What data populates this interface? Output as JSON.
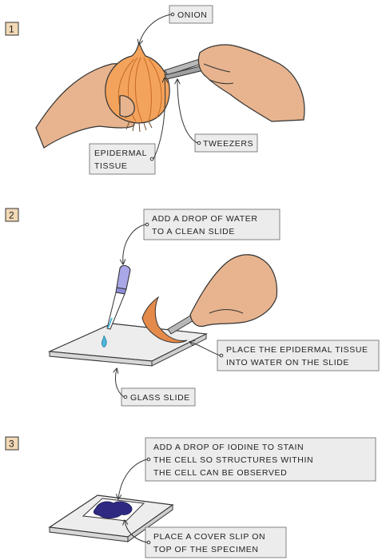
{
  "steps": [
    {
      "number": "1",
      "labels": {
        "onion": "ONION",
        "tweezers": "TWEEZERS",
        "epidermal_line1": "EPIDERMAL",
        "epidermal_line2": "TISSUE"
      }
    },
    {
      "number": "2",
      "labels": {
        "water_line1": "ADD A DROP OF WATER",
        "water_line2": "TO A CLEAN SLIDE",
        "place_line1": "PLACE THE EPIDERMAL TISSUE",
        "place_line2": "INTO WATER ON THE SLIDE",
        "glass_slide": "GLASS SLIDE"
      }
    },
    {
      "number": "3",
      "labels": {
        "iodine_line1": "ADD A DROP OF IODINE TO STAIN",
        "iodine_line2": "THE CELL SO STRUCTURES WITHIN",
        "iodine_line3": "THE CELL CAN BE OBSERVED",
        "cover_line1": "PLACE A COVER SLIP ON",
        "cover_line2": "TOP OF THE SPECIMEN"
      }
    }
  ],
  "colors": {
    "skin": "#e7b48f",
    "onion": "#f4a35c",
    "onion_lines": "#c66a22",
    "pipette_bulb": "#a9a7e8",
    "water": "#4fb6dc",
    "iodine": "#2e2a82",
    "label_bg": "#ececec"
  }
}
